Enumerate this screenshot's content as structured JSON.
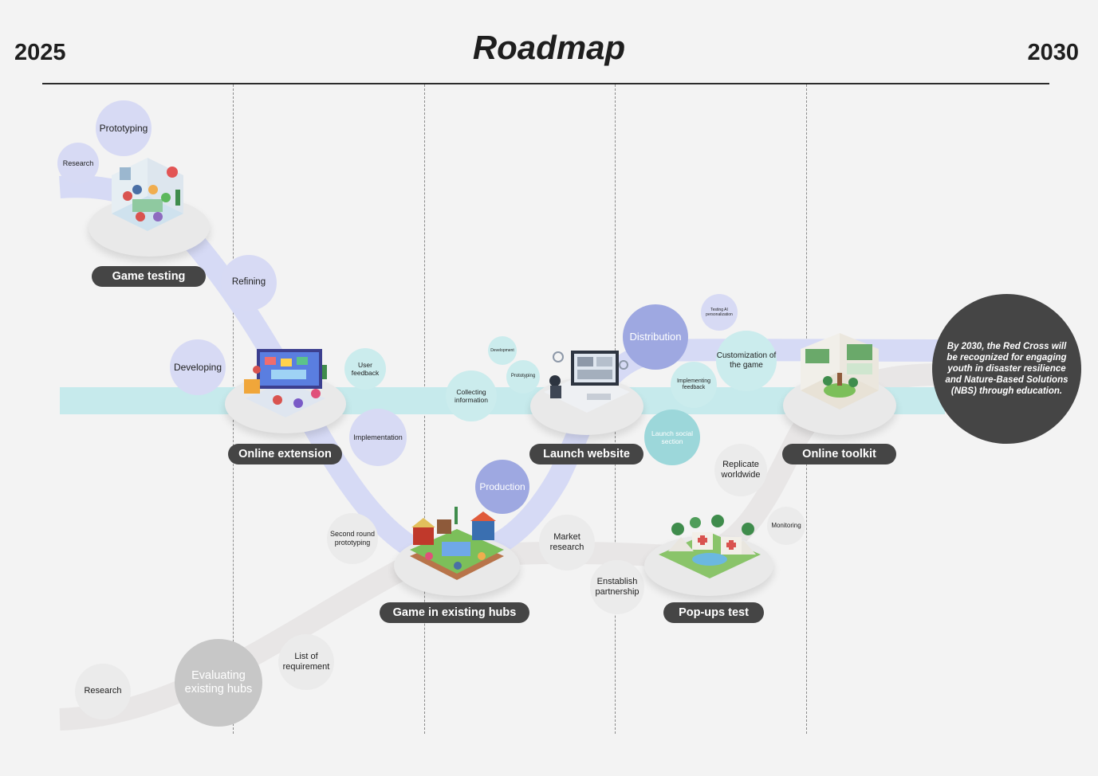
{
  "header": {
    "start_year": "2025",
    "end_year": "2030",
    "title": "Roadmap"
  },
  "milestones": {
    "game_testing": "Game testing",
    "online_extension": "Online extension",
    "game_in_existing_hubs": "Game in existing hubs",
    "launch_website": "Launch website",
    "pop_ups_test": "Pop-ups test",
    "online_toolkit": "Online toolkit"
  },
  "activities": {
    "prototyping_top": "Prototyping",
    "research_top": "Research",
    "refining": "Refining",
    "developing": "Developing",
    "user_feedback": "User feedback",
    "implementation": "Implementation",
    "second_round_prototyping": "Second round prototyping",
    "collecting_information": "Collecting information",
    "development": "Development",
    "prototyping_web": "Prototyping",
    "production": "Production",
    "distribution": "Distribution",
    "testing_ai": "Testing AI personalization",
    "customization": "Customization of the game",
    "implementing_feedback": "Implementing feedback",
    "launch_social": "Launch social section",
    "replicate_worldwide": "Replicate worldwide",
    "monitoring": "Monitoring",
    "market_research": "Market research",
    "establish_partnership": "Enstablish partnership",
    "list_of_requirement": "List of requirement",
    "evaluating_hubs": "Evaluating existing hubs",
    "research_bottom": "Research"
  },
  "vision": "By 2030, the Red Cross will be recognized for engaging youth in disaster resilience and Nature-Based Solutions (NBS) through education.",
  "colors": {
    "background": "#f3f3f3",
    "lavender_path": "#d6daf5",
    "cyan_band": "#c6eaec",
    "gray_path": "#e8e6e6",
    "pill": "#454545",
    "accent_blue": "#9ea8e1",
    "accent_teal": "#9cd7da"
  },
  "icons": {
    "game_testing": "game-testing-illustration",
    "online_extension": "online-extension-illustration",
    "game_in_existing_hubs": "hubs-illustration",
    "launch_website": "website-illustration",
    "pop_ups_test": "pop-ups-illustration",
    "online_toolkit": "toolkit-illustration"
  }
}
